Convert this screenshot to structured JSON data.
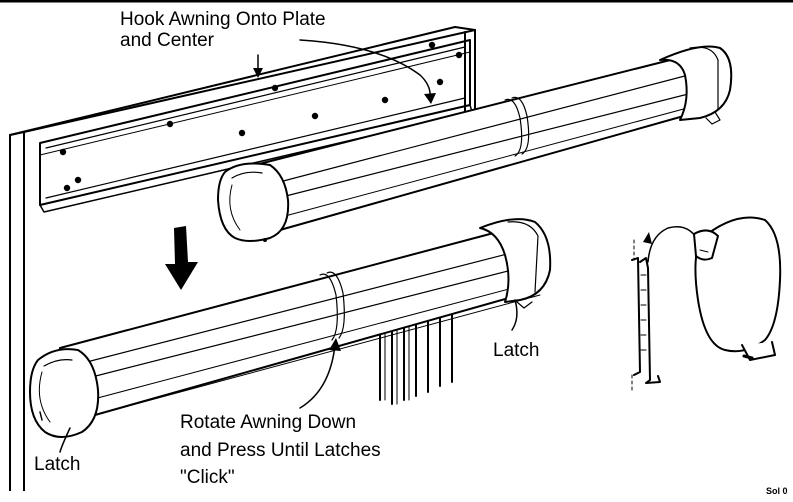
{
  "labels": {
    "hook_line1": "Hook Awning Onto Plate",
    "hook_line2": "and Center",
    "rotate_line1": "Rotate Awning Down",
    "rotate_line2": "and Press Until Latches",
    "rotate_line3": "\"Click\"",
    "latch_right": "Latch",
    "latch_left": "Latch",
    "ref_code": "Sol 0"
  }
}
